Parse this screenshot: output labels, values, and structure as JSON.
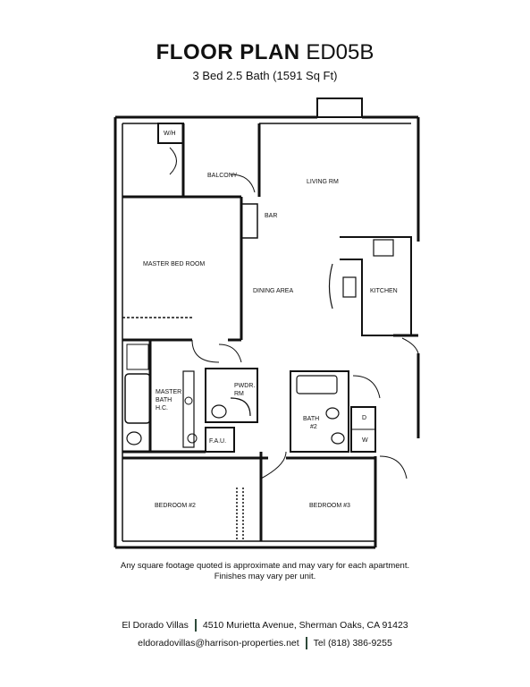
{
  "header": {
    "title_bold": "FLOOR PLAN",
    "title_code": "ED05B",
    "subtitle": "3 Bed 2.5 Bath (1591 Sq Ft)"
  },
  "plan": {
    "rooms": {
      "water_heater": "W/H",
      "balcony": "BALCONY",
      "living": "LIVING RM",
      "bar": "BAR",
      "master_bed": "MASTER BED ROOM",
      "dining": "DINING AREA",
      "kitchen": "KITCHEN",
      "master_bath_1": "MASTER",
      "master_bath_2": "BATH",
      "master_bath_3": "H.C.",
      "powder_1": "PWDR.",
      "powder_2": "RM",
      "fau": "F.A.U.",
      "bath2_1": "BATH",
      "bath2_2": "#2",
      "dryer": "D",
      "washer": "W",
      "bedroom2": "BEDROOM #2",
      "bedroom3": "BEDROOM #3"
    }
  },
  "disclaimer": {
    "line1": "Any square footage quoted is approximate and may vary for each apartment.",
    "line2": "Finishes may vary per unit."
  },
  "footer": {
    "property_name": "El Dorado Villas",
    "address": "4510 Murietta Avenue, Sherman Oaks, CA 91423",
    "email": "eldoradovillas@harrison-properties.net",
    "phone": "Tel (818) 386-9255"
  },
  "colors": {
    "wall": "#111111",
    "footer_separator": "#2e4a3a"
  }
}
